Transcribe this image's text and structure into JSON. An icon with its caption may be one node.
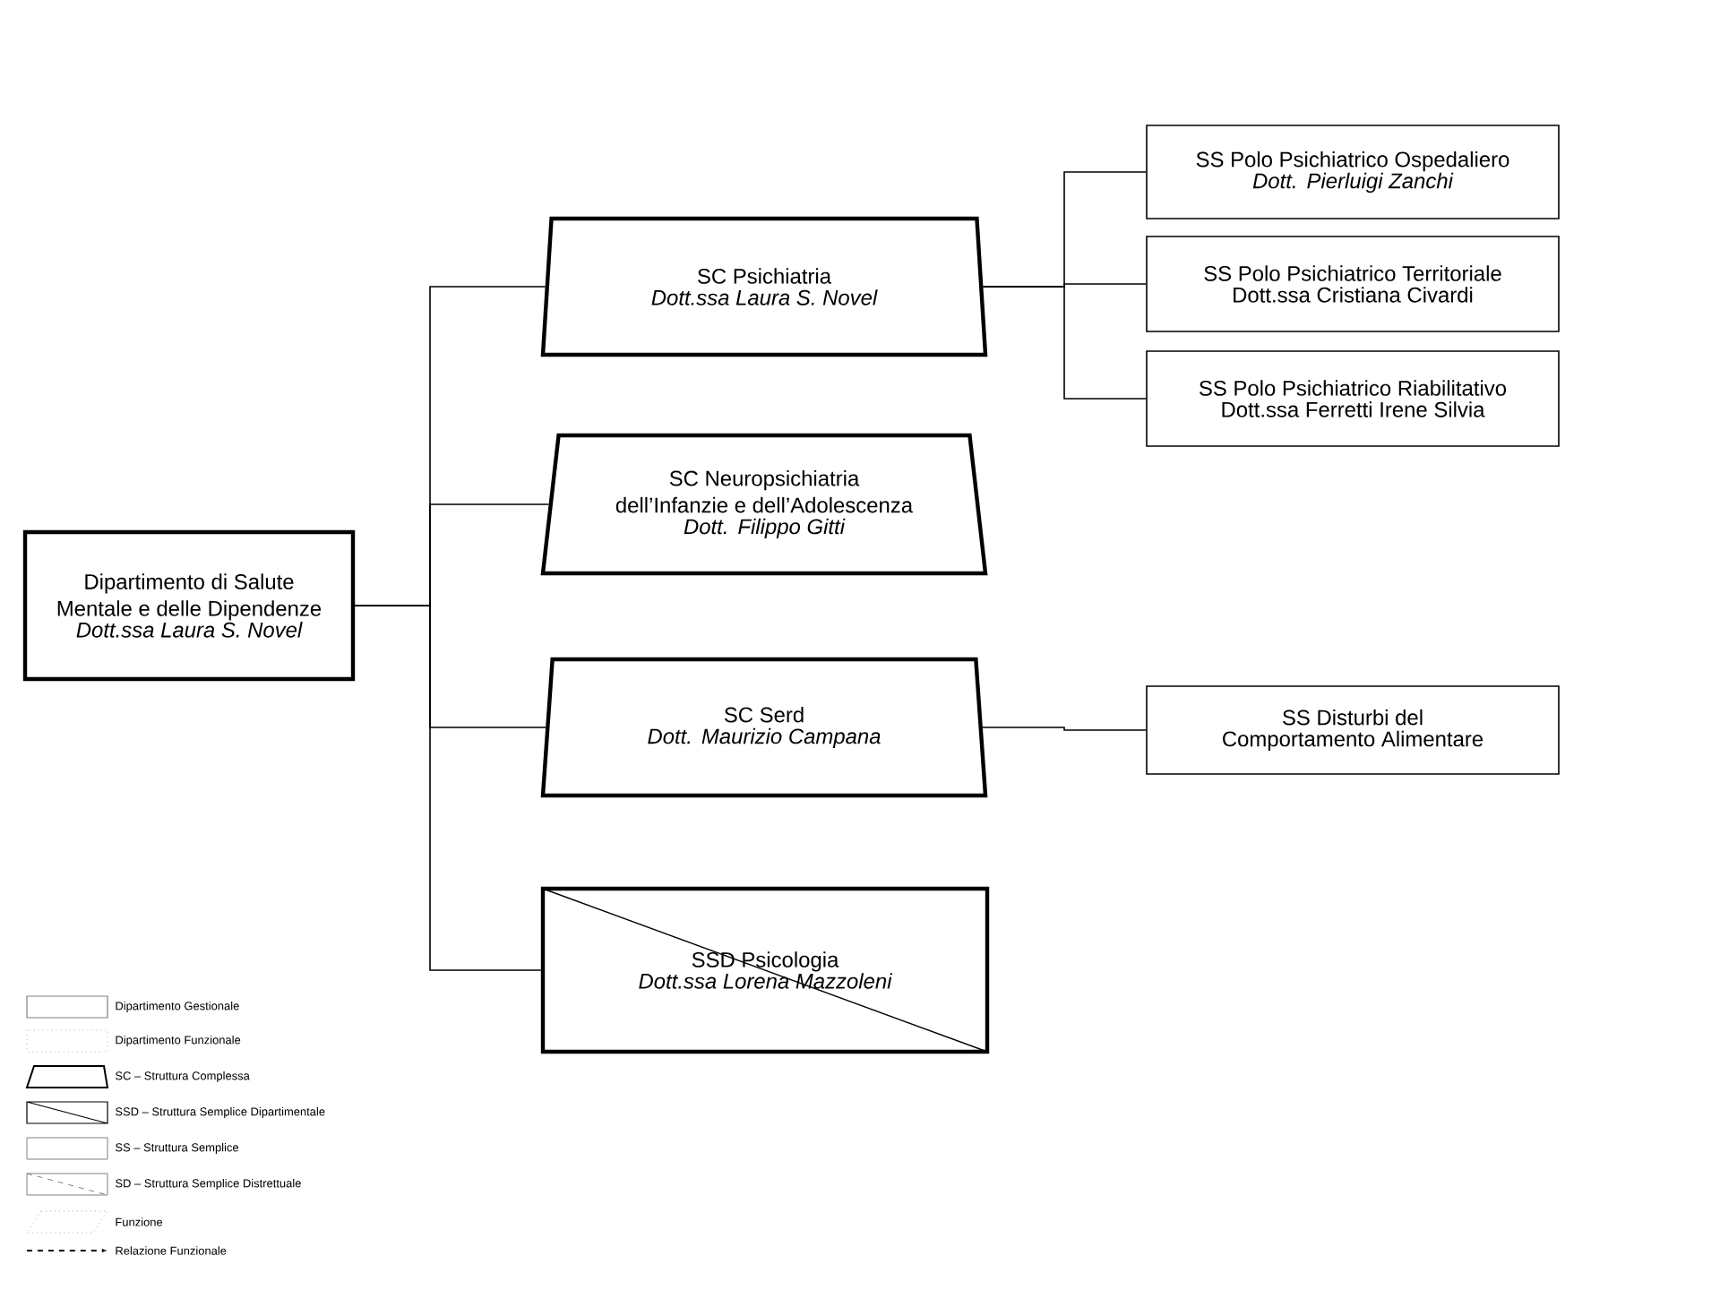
{
  "diagram": {
    "nodes": [
      {
        "text": [
          "Dipartimento di Salute Mentale e delle Dipendenze",
          "Dott.ssa Laura S. Novel"
        ]
      },
      {
        "text": [
          "SC Psichiatria",
          "Dott.ssa Laura S. Novel"
        ]
      },
      {
        "text": [
          "SC Neuropsichiatria dell’Infanzie e dell’Adolescenza",
          "Dott. Filippo Gitti"
        ]
      },
      {
        "text": [
          "SC Serd",
          "Dott. Maurizio Campana"
        ]
      },
      {
        "text": [
          "SSD Psicologia",
          "Dott.ssa Lorena Mazzoleni"
        ]
      },
      {
        "text": [
          "SS Polo Psichiatrico Ospedaliero",
          "Dott. Pierluigi Zanchi"
        ]
      },
      {
        "text": [
          "SS Polo Psichiatrico Territoriale",
          "Dott.ssa Cristiana Civardi"
        ]
      },
      {
        "text": [
          "SS Polo Psichiatrico Riabilitativo",
          "Dott.ssa Ferretti Irene Silvia"
        ]
      },
      {
        "text": [
          "SS Disturbi del Comportamento Alimentare"
        ]
      }
    ],
    "edges": [
      {
        "from": 0,
        "to": 1,
        "arrow": "none"
      },
      {
        "from": 0,
        "to": 2,
        "arrow": "none"
      },
      {
        "from": 0,
        "to": 3,
        "arrow": "none"
      },
      {
        "from": 0,
        "to": 4,
        "arrow": "none"
      },
      {
        "from": 1,
        "to": 5,
        "arrow": "none"
      },
      {
        "from": 1,
        "to": 6,
        "arrow": "none"
      },
      {
        "from": 1,
        "to": 7,
        "arrow": "none"
      },
      {
        "from": 3,
        "to": 8,
        "arrow": "none"
      }
    ],
    "legend": [
      {
        "text": "Dipartimento Gestionale"
      },
      {
        "text": "Dipartimento Funzionale"
      },
      {
        "text": "SC – Struttura Complessa"
      },
      {
        "text": "SSD – Struttura Semplice Dipartimentale"
      },
      {
        "text": "SS – Struttura Semplice"
      },
      {
        "text": "SD – Struttura Semplice Distrettuale"
      },
      {
        "text": "Funzione"
      },
      {
        "text": "Relazione Funzionale"
      }
    ]
  }
}
